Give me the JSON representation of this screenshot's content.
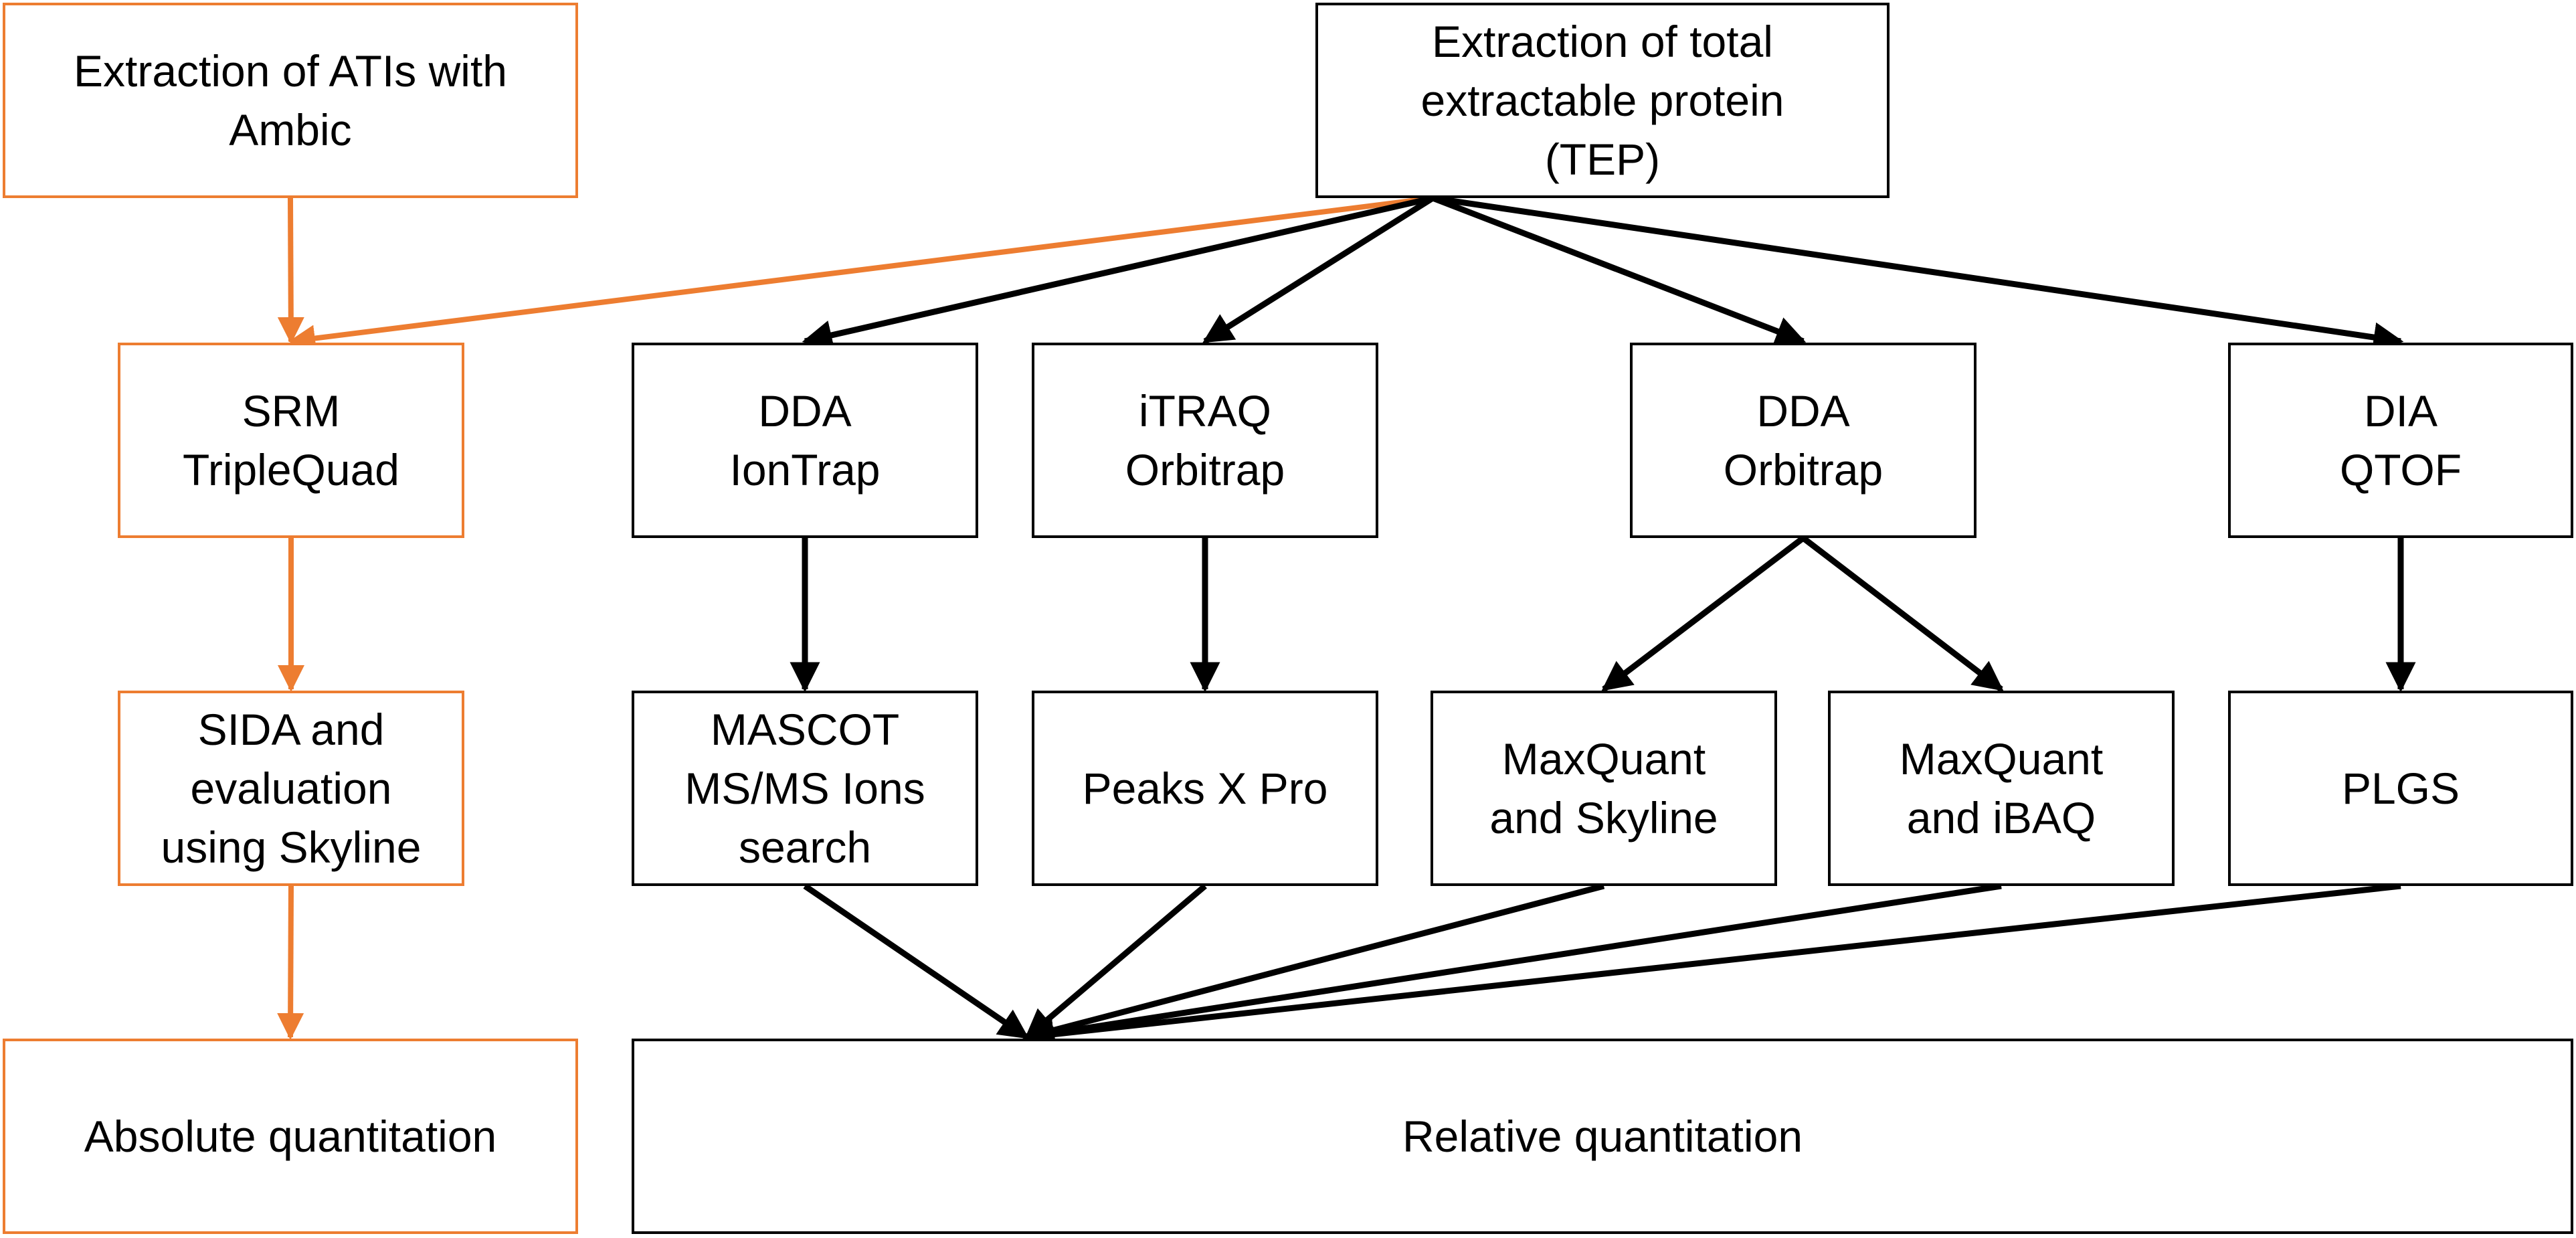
{
  "colors": {
    "orange": "#ED7D31",
    "black": "#000000",
    "background": "#FFFFFF"
  },
  "boxes": {
    "ati_extraction": "Extraction of ATIs with\nAmbic",
    "tep_extraction": "Extraction of total\nextractable protein\n(TEP)",
    "srm": "SRM\nTripleQuad",
    "dda_iontrap": "DDA\nIonTrap",
    "itraq": "iTRAQ\nOrbitrap",
    "dda_orbitrap": "DDA\nOrbitrap",
    "dia": "DIA\nQTOF",
    "sida": "SIDA and\nevaluation\nusing Skyline",
    "mascot": "MASCOT\nMS/MS Ions\nsearch",
    "peaks": "Peaks X Pro",
    "maxquant_skyline": "MaxQuant\nand Skyline",
    "maxquant_ibaq": "MaxQuant\nand iBAQ",
    "plgs": "PLGS",
    "absolute": "Absolute quantitation",
    "relative": "Relative quantitation"
  },
  "edges": [
    {
      "from": "ati_extraction",
      "to": "srm",
      "color": "orange"
    },
    {
      "from": "tep_extraction",
      "to": "srm",
      "color": "orange"
    },
    {
      "from": "tep_extraction",
      "to": "dda_iontrap",
      "color": "black"
    },
    {
      "from": "tep_extraction",
      "to": "itraq",
      "color": "black"
    },
    {
      "from": "tep_extraction",
      "to": "dda_orbitrap",
      "color": "black"
    },
    {
      "from": "tep_extraction",
      "to": "dia",
      "color": "black"
    },
    {
      "from": "srm",
      "to": "sida",
      "color": "orange"
    },
    {
      "from": "sida",
      "to": "absolute",
      "color": "orange"
    },
    {
      "from": "dda_iontrap",
      "to": "mascot",
      "color": "black"
    },
    {
      "from": "itraq",
      "to": "peaks",
      "color": "black"
    },
    {
      "from": "dda_orbitrap",
      "to": "maxquant_skyline",
      "color": "black"
    },
    {
      "from": "dda_orbitrap",
      "to": "maxquant_ibaq",
      "color": "black"
    },
    {
      "from": "dia",
      "to": "plgs",
      "color": "black"
    },
    {
      "from": "mascot",
      "to": "relative",
      "color": "black"
    },
    {
      "from": "peaks",
      "to": "relative",
      "color": "black"
    },
    {
      "from": "maxquant_skyline",
      "to": "relative",
      "color": "black"
    },
    {
      "from": "maxquant_ibaq",
      "to": "relative",
      "color": "black"
    },
    {
      "from": "plgs",
      "to": "relative",
      "color": "black"
    }
  ]
}
